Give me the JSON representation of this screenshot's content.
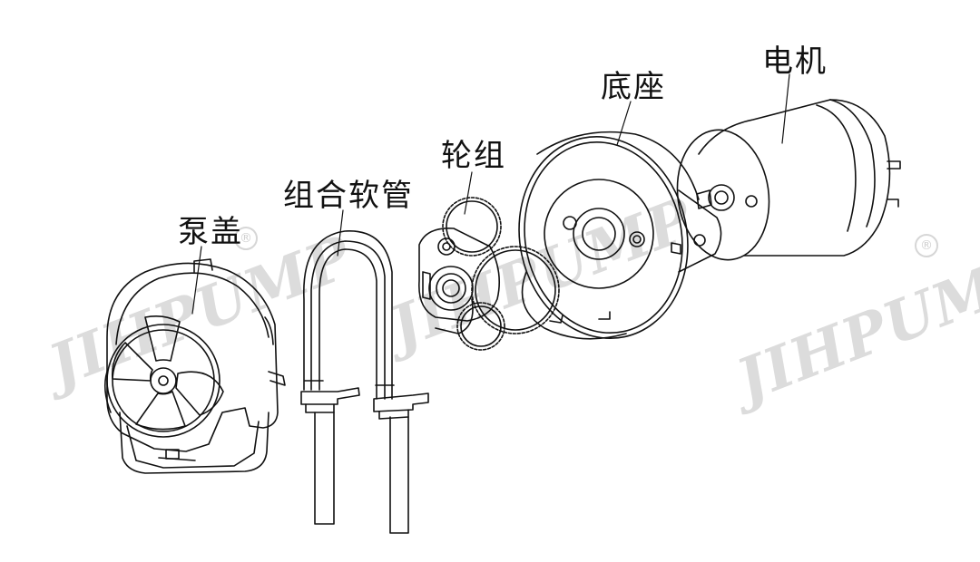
{
  "labels": {
    "pump_cover": "泵盖",
    "tube": "组合软管",
    "gear_set": "轮组",
    "base": "底座",
    "motor": "电机"
  },
  "watermark": {
    "brand": "JIHPUMP",
    "registered_mark": "®"
  },
  "colors": {
    "line": "#111111",
    "watermark": "#dcdcdc",
    "background": "#ffffff"
  }
}
